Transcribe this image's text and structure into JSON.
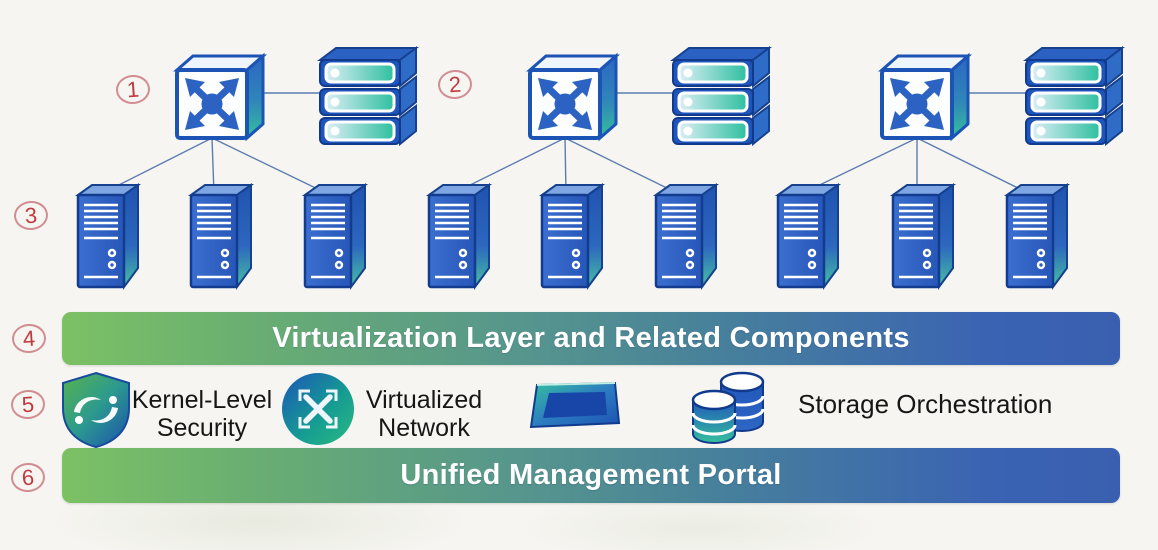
{
  "diagram": {
    "annotations": {
      "n1": "1",
      "n2": "2",
      "n3": "3",
      "n4": "4",
      "n5": "5",
      "n6": "6"
    },
    "clusters": {
      "count": 3,
      "servers_per_cluster": 3,
      "switches_per_cluster": 1,
      "storage_arrays_per_cluster": 1
    },
    "banners": {
      "virtualization_layer": "Virtualization Layer and Related Components",
      "management_portal": "Unified Management Portal"
    },
    "legend": {
      "kernel_security": {
        "line1": "Kernel-Level",
        "line2": "Security"
      },
      "virtualized_network": {
        "line1": "Virtualized",
        "line2": "Network"
      },
      "storage_orchestration": "Storage Orchestration"
    },
    "icons": {
      "network_switch": "square-with-crossed-arrows",
      "storage_array": "stacked-drive-shelves",
      "server": "tower-server",
      "kernel_security": "shield-with-waves",
      "virtualized_network": "sphere-with-crossed-links",
      "resource_block": "3d-block",
      "storage_orchestration": "database-cylinders"
    },
    "colors": {
      "banner_green": "#7cc164",
      "banner_teal": "#55948e",
      "banner_blue": "#3a63b3",
      "device_blue": "#2d5ec4",
      "outline_navy": "#16418f",
      "teal_accent": "#2fc09e",
      "annotation_red": "#c13a3e",
      "connector_blue": "#5c7cb0",
      "background": "#f6f5f1"
    }
  }
}
